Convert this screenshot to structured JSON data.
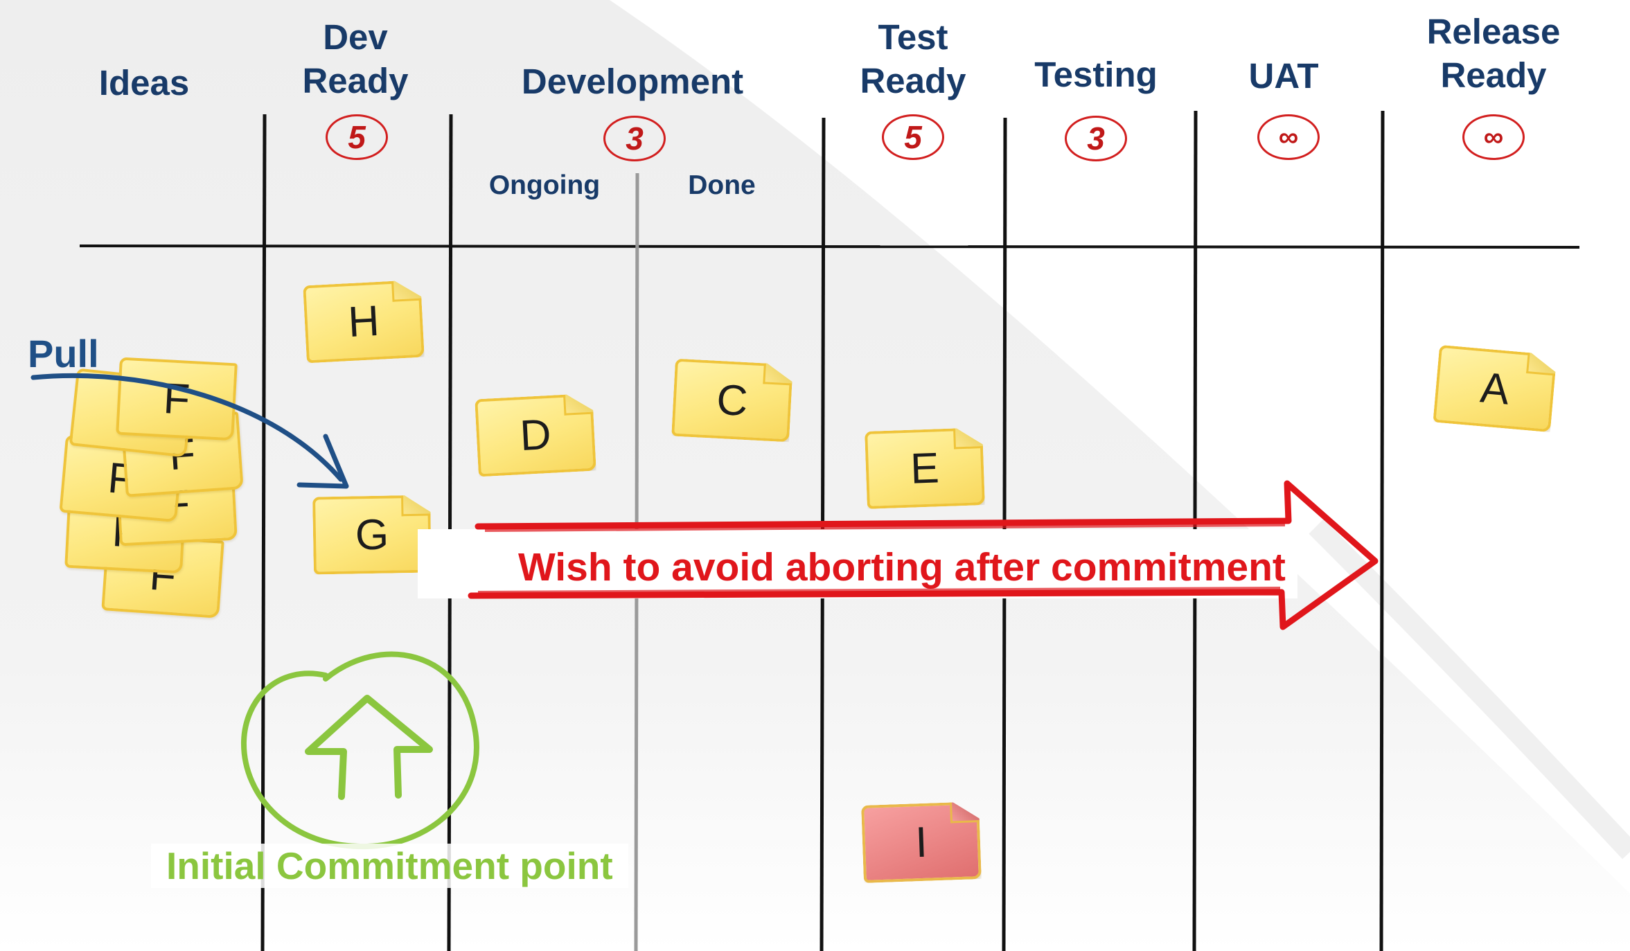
{
  "board": {
    "columns": [
      {
        "title": "Ideas",
        "wip_limit": ""
      },
      {
        "title": "Dev\nReady",
        "wip_limit": "5"
      },
      {
        "title": "Development",
        "wip_limit": "3",
        "sub_columns": [
          "Ongoing",
          "Done"
        ]
      },
      {
        "title": "Test\nReady",
        "wip_limit": "5"
      },
      {
        "title": "Testing",
        "wip_limit": "3"
      },
      {
        "title": "UAT",
        "wip_limit": "∞"
      },
      {
        "title": "Release\nReady",
        "wip_limit": "∞"
      }
    ],
    "cards": {
      "dev_ready_top": "H",
      "dev_ready_bottom": "G",
      "development_ongoing": "D",
      "development_done": "C",
      "test_ready": "E",
      "test_ready_blocked": "I",
      "release_ready": "A"
    },
    "ideas_pile": [
      "F",
      "F",
      "F",
      "F",
      "F",
      "F"
    ]
  },
  "annotations": {
    "pull": "Pull",
    "wish": "Wish to avoid aborting after commitment",
    "commitment_point": "Initial Commitment point"
  },
  "colors": {
    "header_text": "#183a68",
    "wip_limit": "#d21f1f",
    "card_yellow": "#fde77e",
    "card_red": "#e06f6f",
    "wish_arrow": "#e0161b",
    "commitment": "#8bc63f",
    "pull_arrow": "#1f4f86"
  },
  "icons": {
    "commitment_icon": "up-arrow-in-circle-icon",
    "wish_arrow": "right-arrow-icon",
    "pull_arrow": "curved-arrow-icon"
  }
}
